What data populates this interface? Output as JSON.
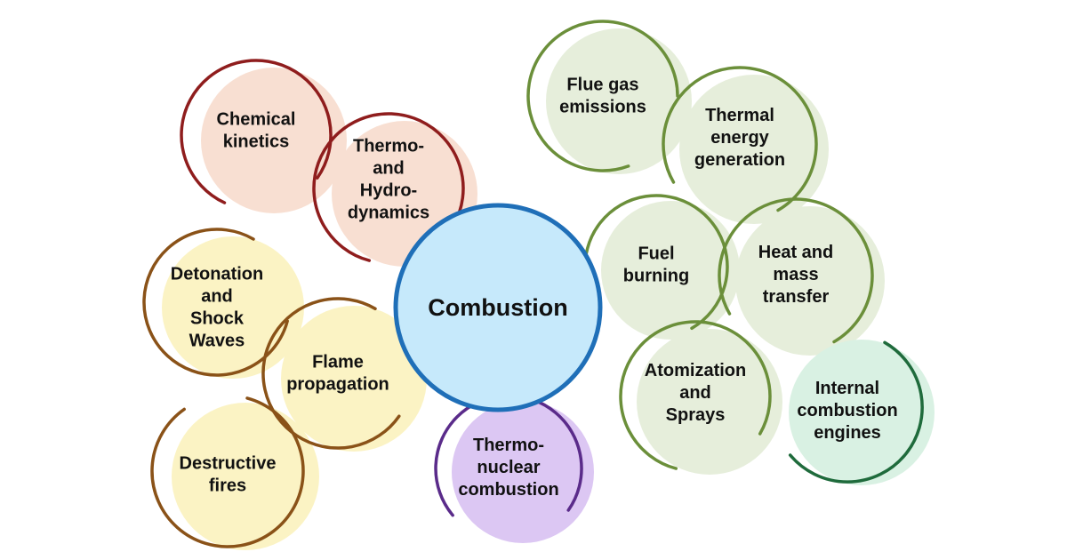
{
  "diagram": {
    "center": {
      "label": [
        "Combustion"
      ],
      "fill": "#c6e9fb",
      "stroke": "#1f6fb8"
    },
    "topics": [
      {
        "label": [
          "Chemical",
          "kinetics"
        ],
        "fill": "#f8dfd2",
        "stroke": "#8f1d1d"
      },
      {
        "label": [
          "Thermo-",
          "and",
          "Hydro-",
          "dynamics"
        ],
        "fill": "#f8dfd2",
        "stroke": "#8f1d1d"
      },
      {
        "label": [
          "Detonation",
          "and",
          "Shock",
          "Waves"
        ],
        "fill": "#fbf3c4",
        "stroke": "#8a5218"
      },
      {
        "label": [
          "Flame",
          "propagation"
        ],
        "fill": "#fbf3c4",
        "stroke": "#8a5218"
      },
      {
        "label": [
          "Destructive",
          "fires"
        ],
        "fill": "#fbf3c4",
        "stroke": "#8a5218"
      },
      {
        "label": [
          "Thermo-",
          "nuclear",
          "combustion"
        ],
        "fill": "#dcc7f3",
        "stroke": "#5a2b8a"
      },
      {
        "label": [
          "Flue gas",
          "emissions"
        ],
        "fill": "#e6eedb",
        "stroke": "#6b8f3a"
      },
      {
        "label": [
          "Thermal",
          "energy",
          "generation"
        ],
        "fill": "#e6eedb",
        "stroke": "#6b8f3a"
      },
      {
        "label": [
          "Fuel",
          "burning"
        ],
        "fill": "#e6eedb",
        "stroke": "#6b8f3a"
      },
      {
        "label": [
          "Heat and",
          "mass",
          "transfer"
        ],
        "fill": "#e6eedb",
        "stroke": "#6b8f3a"
      },
      {
        "label": [
          "Atomization",
          "and",
          "Sprays"
        ],
        "fill": "#e6eedb",
        "stroke": "#6b8f3a"
      },
      {
        "label": [
          "Internal",
          "combustion",
          "engines"
        ],
        "fill": "#d9f1e3",
        "stroke": "#1f6b3c"
      }
    ]
  }
}
